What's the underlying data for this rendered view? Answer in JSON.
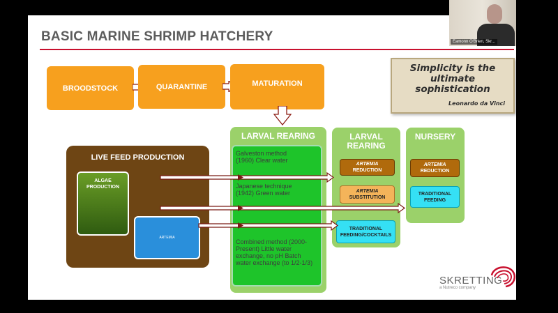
{
  "slide": {
    "title": "BASIC MARINE SHRIMP HATCHERY",
    "top_row": [
      "BROODSTOCK",
      "QUARANTINE",
      "MATURATION"
    ],
    "quote": {
      "text": "Simplicity is the ultimate sophistication",
      "author": "Leonardo da Vinci"
    },
    "live_feed": {
      "title": "LIVE FEED PRODUCTION",
      "algae": "ALGAE PRODUCTION",
      "artemia": "ARTEMIA"
    },
    "larval_rearing_main": {
      "title": "LARVAL REARING",
      "methods": [
        "Galveston method (1960) Clear water",
        "Japanese technique (1942) Green water",
        "Combined method (2000-Present) Little water exchange, no pH Batch water exchange (to 1/2-1/3)"
      ]
    },
    "larval_rearing_col": {
      "title": "LARVAL REARING",
      "items": [
        {
          "em": "ARTEMIA",
          "text": "REDUCTION"
        },
        {
          "em": "ARTEMIA",
          "text": "SUBSTITUTION"
        },
        {
          "em": "",
          "text": "TRADITIONAL FEEDING/COCKTAILS"
        }
      ]
    },
    "nursery": {
      "title": "NURSERY",
      "items": [
        {
          "em": "ARTEMIA",
          "text": "REDUCTION"
        },
        {
          "em": "",
          "text": "TRADITIONAL FEEDING"
        }
      ]
    },
    "logo": {
      "brand": "SKRETTING",
      "tagline": "a Nutreco company"
    }
  },
  "video": {
    "participant_name": "Eamonn O'Brien, Skr..."
  }
}
